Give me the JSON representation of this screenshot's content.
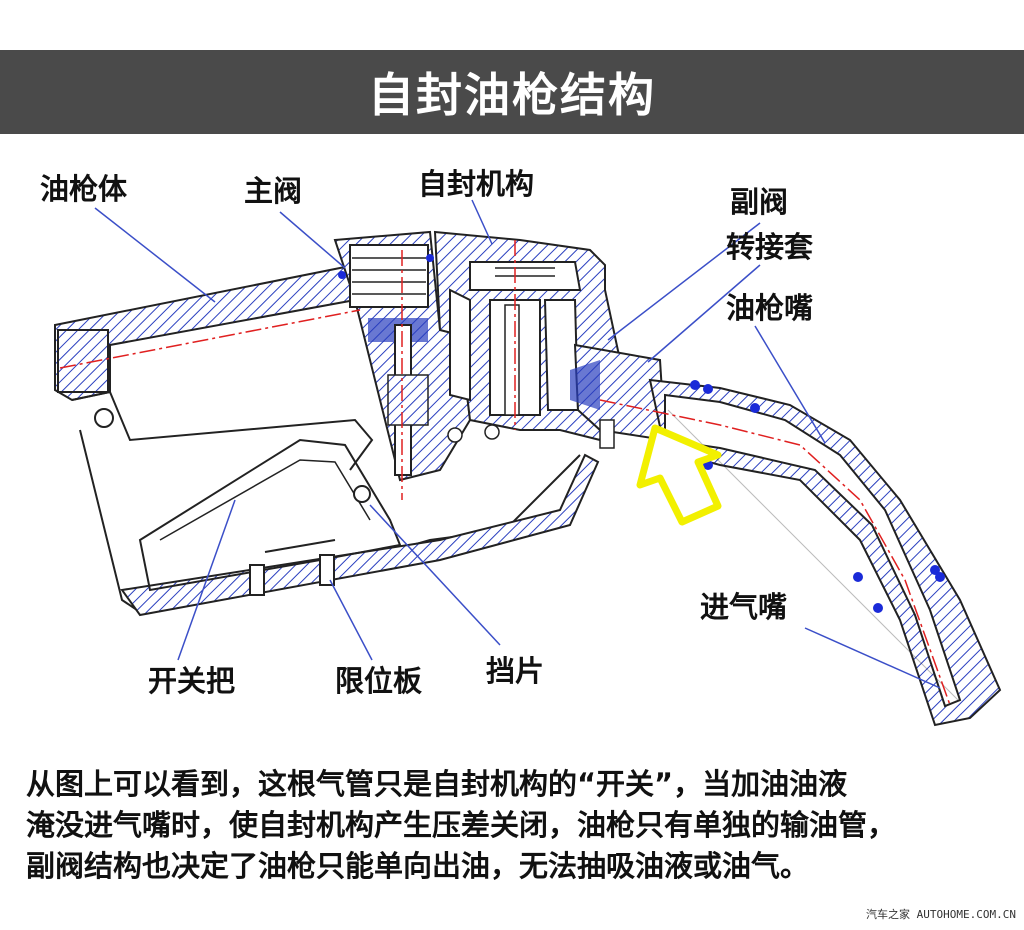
{
  "title": "自封油枪结构",
  "labels": {
    "gun_body": "油枪体",
    "main_valve": "主阀",
    "self_seal": "自封机构",
    "sub_valve": "副阀",
    "adapter": "转接套",
    "nozzle": "油枪嘴",
    "air_inlet": "进气嘴",
    "switch_handle": "开关把",
    "limit_plate": "限位板",
    "stopper": "挡片"
  },
  "caption": {
    "line1": "从图上可以看到，这根气管只是自封机构的“开关”，当加油油液",
    "line2": "淹没进气嘴时，使自封机构产生压差关闭，油枪只有单独的输油管，",
    "line3": "副阀结构也决定了油枪只能单向出油，无法抽吸油液或油气。"
  },
  "watermark": "汽车之家 AUTOHOME.COM.CN",
  "colors": {
    "title_bg": "#4a4a4a",
    "hatch_blue": "#2a3fbf",
    "outline": "#222222",
    "centerline_red": "#e02020",
    "arrow_yellow": "#f2f000",
    "arrow_fill": "#ffffff",
    "leader_blue": "#3b4fc8"
  }
}
